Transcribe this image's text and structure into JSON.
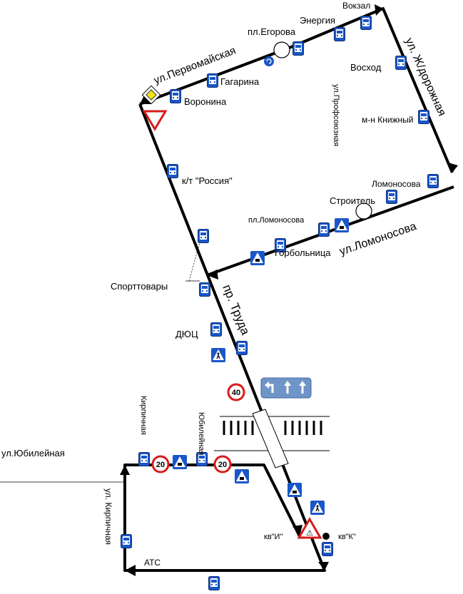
{
  "streets": {
    "pervomayskaya": "ул.Первомайская",
    "zhd": "ул. Ж/дорожная",
    "profsoyuznaya": "ул.Профсоюзная",
    "lomonosova": "ул.Ломоносова",
    "truda": "пр. Труда",
    "yubileynaya": "ул.Юбилейная",
    "kirpichnaya": "ул. Кирпичная"
  },
  "stops": {
    "vokzal": "Вокзал",
    "energiya": "Энергия",
    "egorova": "пл.Егорова",
    "voskhod": "Восход",
    "gagarina": "Гагарина",
    "voronina": "Воронина",
    "knizhny": "м-н Книжный",
    "rossiya": "к/т \"Россия\"",
    "lomonosova_stop": "Ломоносова",
    "stroitel": "Строитель",
    "pl_lomonosova": "пл.Ломоносова",
    "gorbolnitsa": "Горбольница",
    "sporttovary": "Спорттовары",
    "dyuts": "ДЮЦ",
    "kirpichnaya_stop": "Кирпичная",
    "yubileynaya_stop": "Юбилейная",
    "kv_i": "кв\"И\"",
    "kv_k": "кв\"К\"",
    "ats": "АТС"
  },
  "speed_limits": {
    "main": "40",
    "yubileynaya_1": "20",
    "yubileynaya_2": "20"
  },
  "colors": {
    "route": "#000000",
    "bus_sign": "#1a56c8",
    "crossing_sign": "#1a56c8",
    "speed_ring": "#d81b1b",
    "priority": "#f2e21a",
    "lane_sign": "#6f95c8"
  }
}
